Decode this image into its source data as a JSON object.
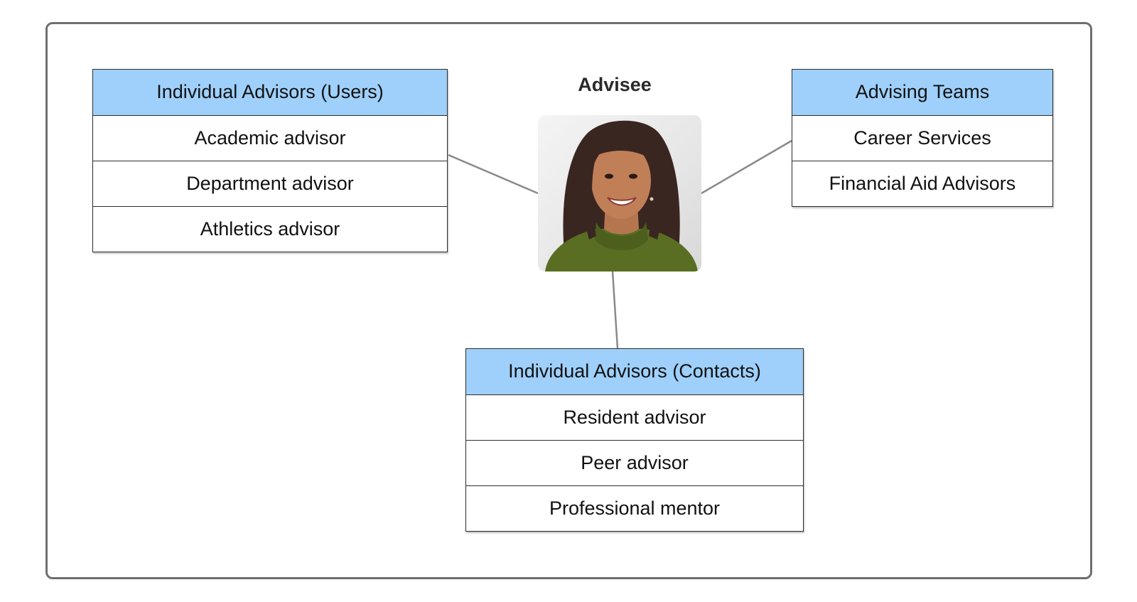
{
  "diagram": {
    "center": {
      "label": "Advisee",
      "image_icon": "person-portrait-icon"
    },
    "groups": [
      {
        "id": "users",
        "title": "Individual Advisors (Users)",
        "items": [
          "Academic advisor",
          "Department advisor",
          "Athletics advisor"
        ]
      },
      {
        "id": "teams",
        "title": "Advising Teams",
        "items": [
          "Career Services",
          "Financial Aid Advisors"
        ]
      },
      {
        "id": "contacts",
        "title": "Individual Advisors (Contacts)",
        "items": [
          "Resident advisor",
          "Peer advisor",
          "Professional mentor"
        ]
      }
    ],
    "colors": {
      "header_fill": "#9fd0fb",
      "border": "#2d2d2d",
      "connector": "#8a8a8a"
    }
  }
}
